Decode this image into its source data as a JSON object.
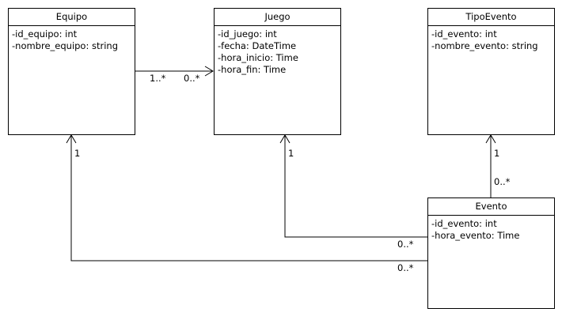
{
  "classes": {
    "equipo": {
      "name": "Equipo",
      "attributes": [
        "-id_equipo: int",
        "-nombre_equipo: string"
      ]
    },
    "juego": {
      "name": "Juego",
      "attributes": [
        "-id_juego: int",
        "-fecha: DateTime",
        "-hora_inicio: Time",
        "-hora_fin: Time"
      ]
    },
    "tipoevento": {
      "name": "TipoEvento",
      "attributes": [
        "-id_evento: int",
        "-nombre_evento: string"
      ]
    },
    "evento": {
      "name": "Evento",
      "attributes": [
        "-id_evento: int",
        "-hora_evento: Time"
      ]
    }
  },
  "associations": {
    "equipo_juego": {
      "source_mult": "1..*",
      "target_mult": "0..*"
    },
    "evento_juego": {
      "source_mult": "0..*",
      "target_mult": "1"
    },
    "evento_equipo": {
      "source_mult": "0..*",
      "target_mult": "1"
    },
    "evento_tipoevento": {
      "source_mult": "0..*",
      "target_mult": "1"
    }
  }
}
